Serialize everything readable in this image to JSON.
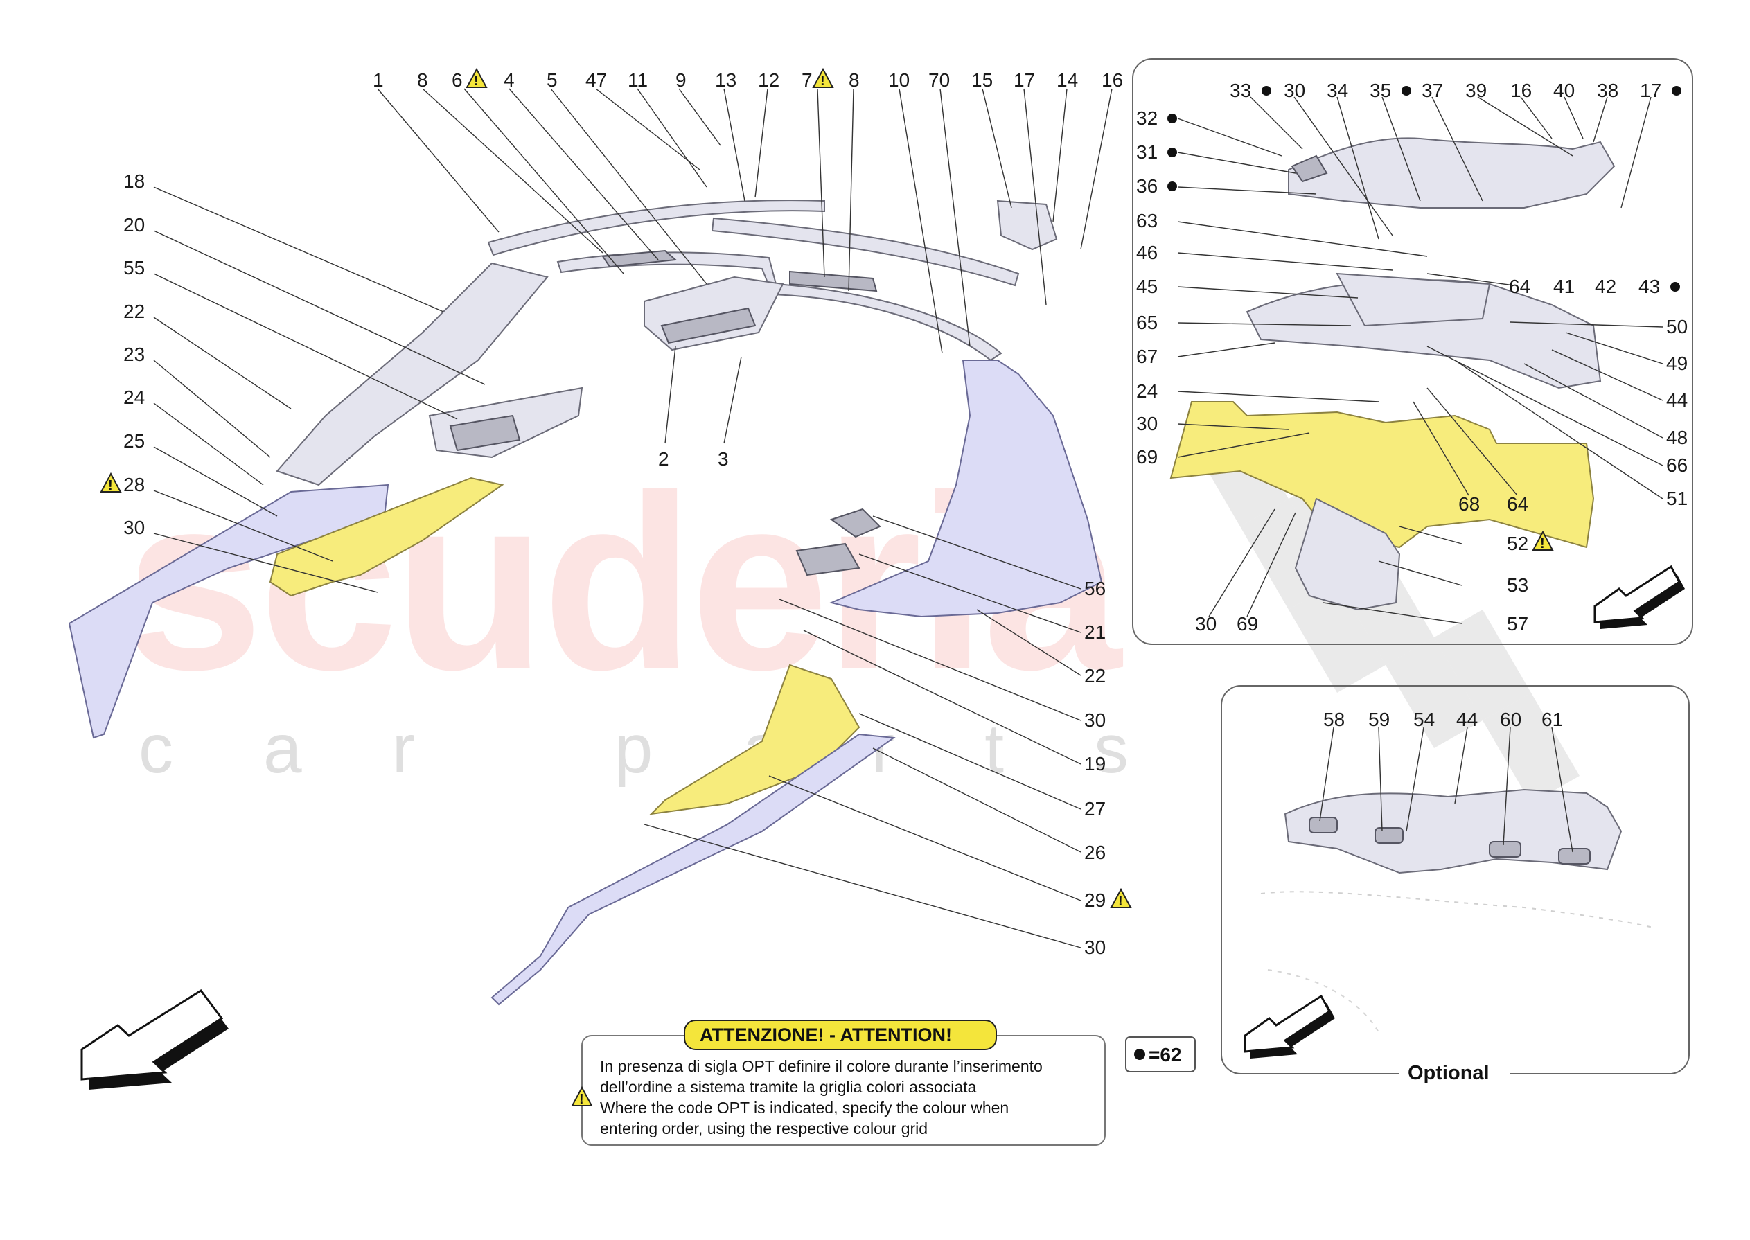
{
  "diagram": {
    "watermark": {
      "brand": "scuderia",
      "subtitle": "car parts"
    },
    "main_callouts": [
      {
        "id": "1",
        "warn": false
      },
      {
        "id": "8",
        "warn": false
      },
      {
        "id": "6",
        "warn": true
      },
      {
        "id": "4",
        "warn": false
      },
      {
        "id": "5",
        "warn": false
      },
      {
        "id": "47",
        "warn": false
      },
      {
        "id": "11",
        "warn": false
      },
      {
        "id": "9",
        "warn": false
      },
      {
        "id": "13",
        "warn": false
      },
      {
        "id": "12",
        "warn": false
      },
      {
        "id": "7",
        "warn": true
      },
      {
        "id": "8",
        "warn": false
      },
      {
        "id": "10",
        "warn": false
      },
      {
        "id": "70",
        "warn": false
      },
      {
        "id": "15",
        "warn": false
      },
      {
        "id": "17",
        "warn": false
      },
      {
        "id": "14",
        "warn": false
      },
      {
        "id": "16",
        "warn": false
      },
      {
        "id": "18",
        "warn": false
      },
      {
        "id": "20",
        "warn": false
      },
      {
        "id": "55",
        "warn": false
      },
      {
        "id": "22",
        "warn": false
      },
      {
        "id": "23",
        "warn": false
      },
      {
        "id": "24",
        "warn": false
      },
      {
        "id": "25",
        "warn": false
      },
      {
        "id": "28",
        "warn": true
      },
      {
        "id": "30",
        "warn": false
      },
      {
        "id": "2",
        "warn": false
      },
      {
        "id": "3",
        "warn": false
      },
      {
        "id": "56",
        "warn": false
      },
      {
        "id": "21",
        "warn": false
      },
      {
        "id": "22",
        "warn": false
      },
      {
        "id": "30",
        "warn": false
      },
      {
        "id": "19",
        "warn": false
      },
      {
        "id": "27",
        "warn": false
      },
      {
        "id": "26",
        "warn": false
      },
      {
        "id": "29",
        "warn": true
      },
      {
        "id": "30",
        "warn": false
      }
    ],
    "inset_callouts": [
      {
        "id": "33",
        "dot": true
      },
      {
        "id": "30",
        "dot": false
      },
      {
        "id": "34",
        "dot": false
      },
      {
        "id": "35",
        "dot": true
      },
      {
        "id": "37",
        "dot": false
      },
      {
        "id": "39",
        "dot": false
      },
      {
        "id": "16",
        "dot": false
      },
      {
        "id": "40",
        "dot": false
      },
      {
        "id": "38",
        "dot": false
      },
      {
        "id": "17",
        "dot": true
      },
      {
        "id": "32",
        "dot": true
      },
      {
        "id": "31",
        "dot": true
      },
      {
        "id": "36",
        "dot": true
      },
      {
        "id": "63",
        "dot": false
      },
      {
        "id": "46",
        "dot": false
      },
      {
        "id": "45",
        "dot": false
      },
      {
        "id": "64",
        "dot": false
      },
      {
        "id": "41",
        "dot": false
      },
      {
        "id": "42",
        "dot": false
      },
      {
        "id": "43",
        "dot": true
      },
      {
        "id": "65",
        "dot": false
      },
      {
        "id": "50",
        "dot": false
      },
      {
        "id": "67",
        "dot": false
      },
      {
        "id": "49",
        "dot": false
      },
      {
        "id": "44",
        "dot": false
      },
      {
        "id": "24",
        "dot": false
      },
      {
        "id": "48",
        "dot": false
      },
      {
        "id": "30",
        "dot": false
      },
      {
        "id": "69",
        "dot": false
      },
      {
        "id": "66",
        "dot": false
      },
      {
        "id": "51",
        "dot": false
      },
      {
        "id": "68",
        "dot": false
      },
      {
        "id": "64",
        "dot": false
      },
      {
        "id": "52",
        "dot": false,
        "warn": true
      },
      {
        "id": "53",
        "dot": false
      },
      {
        "id": "30",
        "dot": false
      },
      {
        "id": "69",
        "dot": false
      },
      {
        "id": "57",
        "dot": false
      }
    ],
    "optional_callouts": [
      "58",
      "59",
      "54",
      "44",
      "60",
      "61"
    ],
    "optional_label": "Optional",
    "legend": {
      "text": "=62"
    },
    "notice": {
      "title": "ATTENZIONE! - ATTENTION!",
      "lines": [
        "In presenza di sigla OPT definire il colore durante l’inserimento",
        "dell’ordine a sistema tramite la griglia colori associata",
        "Where the code OPT is indicated, specify the colour when",
        "entering order, using the respective colour grid"
      ]
    },
    "colors": {
      "highlight": "#f7ec7c",
      "trim_grey": "#e4e4ee",
      "trim_blue": "#dcdcf6",
      "warning": "#f4e53b",
      "watermark": "#e7302a"
    }
  }
}
